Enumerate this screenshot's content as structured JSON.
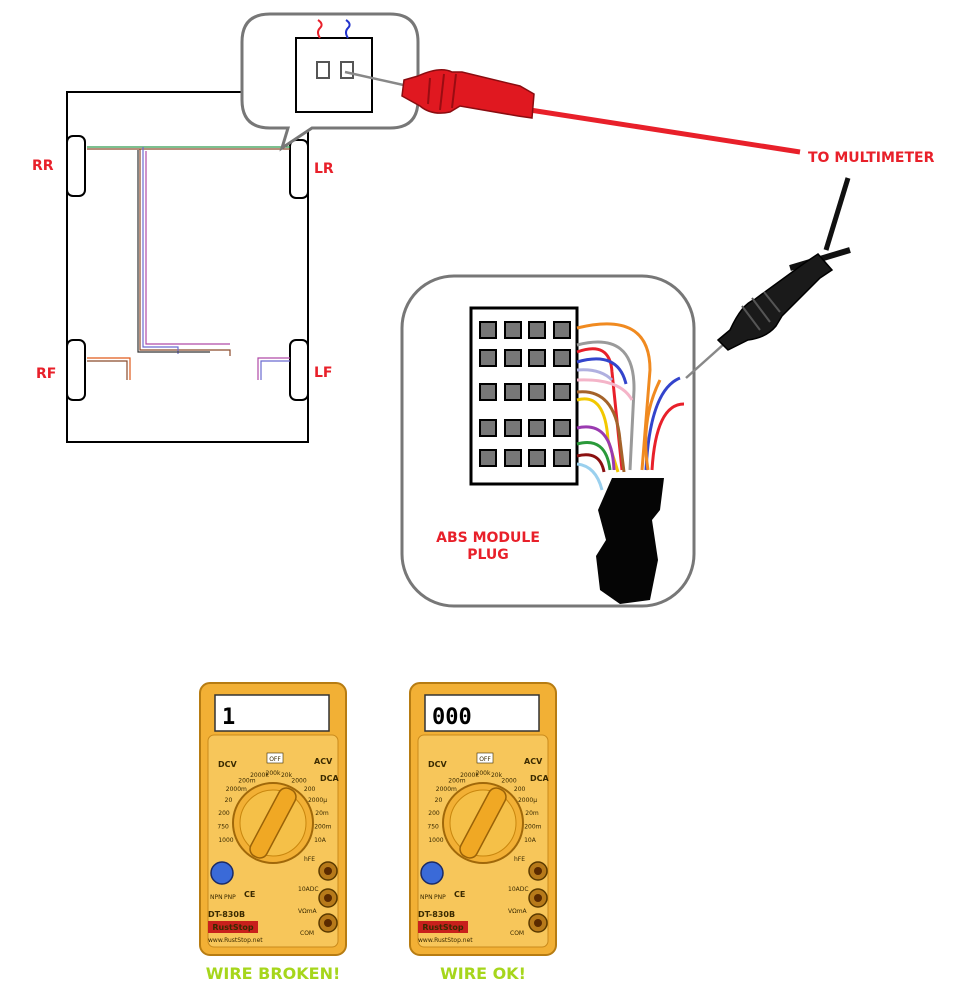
{
  "labels": {
    "rr": "RR",
    "lr": "LR",
    "rf": "RF",
    "lf": "LF",
    "to_multimeter": "TO MULTIMETER",
    "abs_line1": "ABS MODULE",
    "abs_line2": "PLUG"
  },
  "meters": [
    {
      "display": "1",
      "caption": "WIRE BROKEN!",
      "model": "DT-830B",
      "brand": "RustStop",
      "website": "www.RustStop.net"
    },
    {
      "display": "000",
      "caption": "WIRE OK!",
      "model": "DT-830B",
      "brand": "RustStop",
      "website": "www.RustStop.net"
    }
  ],
  "dial": {
    "dcv": "DCV",
    "acv": "ACV",
    "dca": "DCA",
    "off": "OFF",
    "ce": "CE",
    "npn": "NPN",
    "pnp": "PNP",
    "com": "COM",
    "ten_a": "10ADC",
    "vohm": "VΩmA",
    "hfe": "hFE",
    "values": [
      "1000",
      "750",
      "200",
      "20",
      "2000m",
      "200m",
      "2000k",
      "200k",
      "20k",
      "2000",
      "200",
      "2000μ",
      "20m",
      "200m",
      "10A"
    ]
  },
  "colors": {
    "accent_red": "#e8202a",
    "caption_green": "#a6d61c",
    "meter_body": "#f2b035",
    "meter_face": "#f7c65a"
  }
}
